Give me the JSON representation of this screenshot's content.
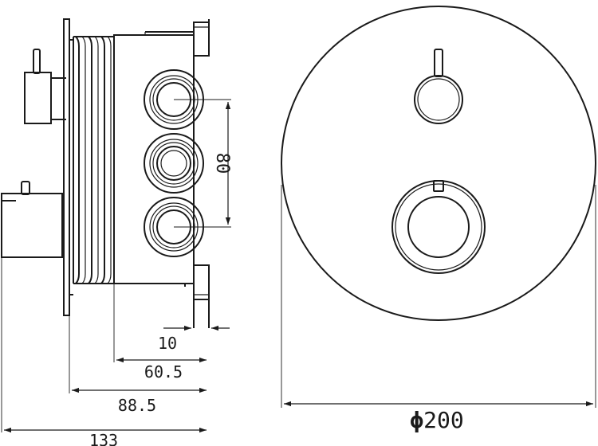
{
  "dimensions": {
    "depth_total": "133",
    "depth_plate": "88.5",
    "depth_box": "60.5",
    "depth_lip": "10",
    "port_spacing": "80",
    "plate_diameter": "200",
    "diameter_symbol": "ϕ"
  },
  "colors": {
    "line": "#1a1a1a",
    "background": "#ffffff"
  }
}
